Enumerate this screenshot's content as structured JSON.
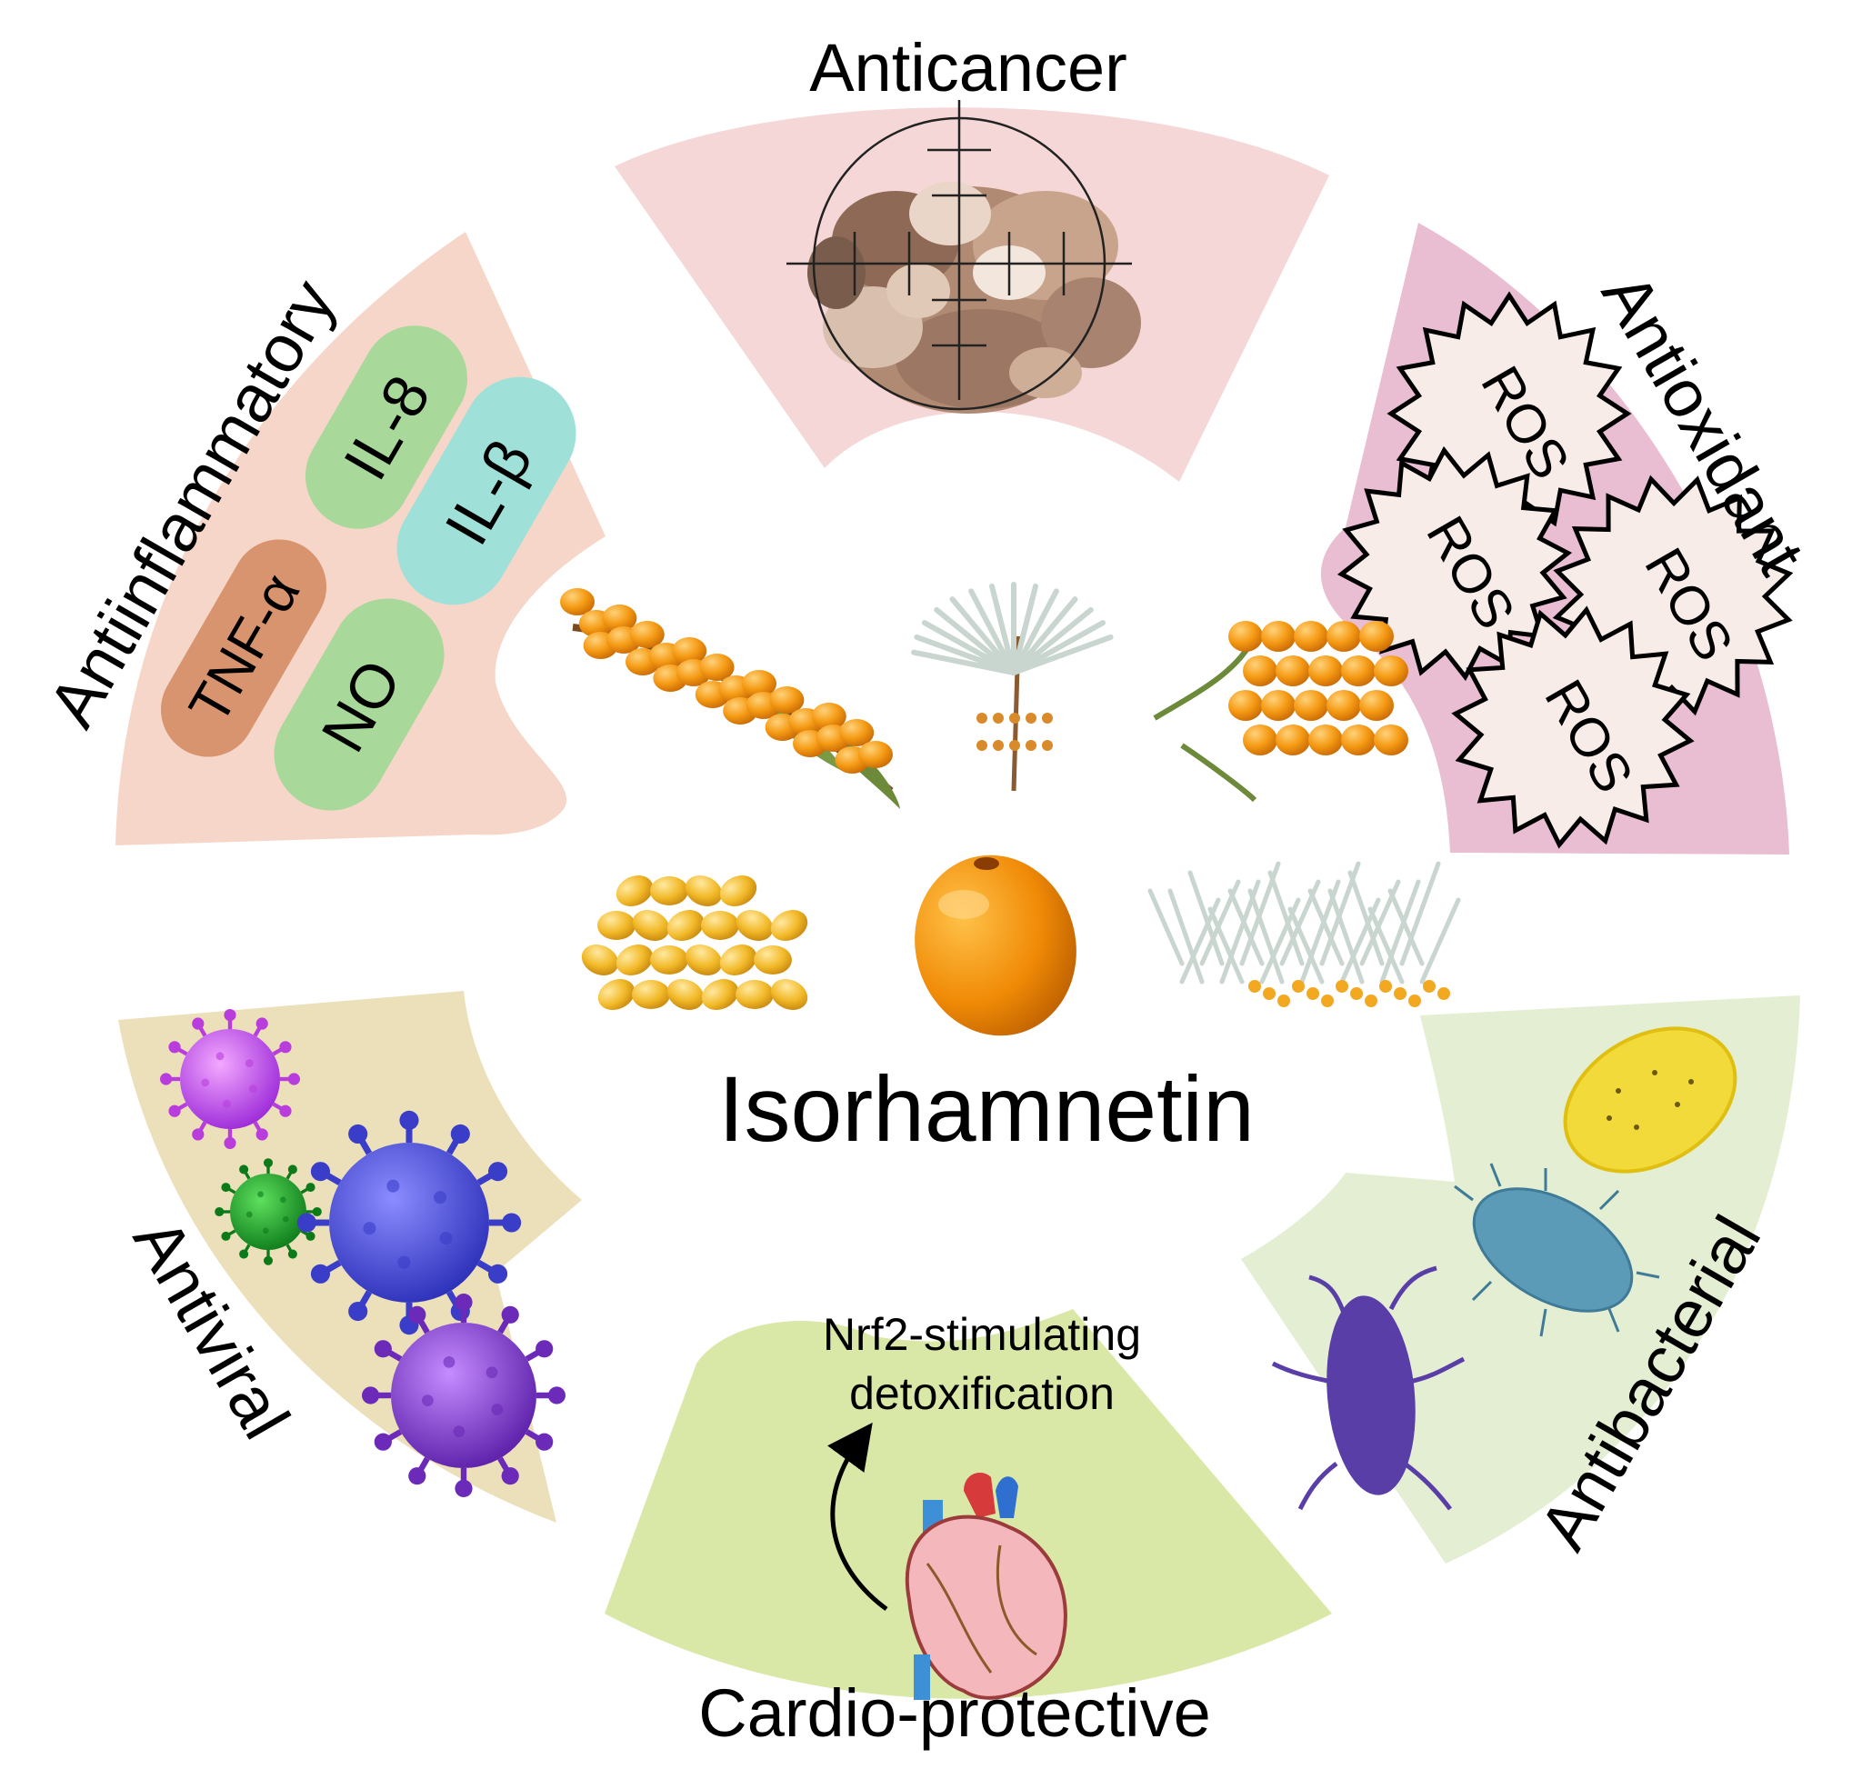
{
  "center": {
    "title": "Isorhamnetin"
  },
  "sections": {
    "anticancer": {
      "label": "Anticancer",
      "color": "#f4d7d6"
    },
    "antioxidant": {
      "label": "Antioxidant",
      "color": "#e9bdd2",
      "ros_label": "ROS"
    },
    "antiinflammatory": {
      "label": "Antiinflammatory",
      "color": "#f6d6c8",
      "markers": [
        "IL-8",
        "IL-β",
        "TNF-α",
        "NO"
      ]
    },
    "antiviral": {
      "label": "Antiviral",
      "color": "#ece0bb"
    },
    "cardio": {
      "label": "Cardio-protective",
      "color": "#d9e8a6",
      "note_line1": "Nrf2-stimulating",
      "note_line2": "detoxification"
    },
    "antibacterial": {
      "label": "Antibacterial",
      "color": "#e3eed2"
    }
  },
  "colors": {
    "il8": "#a8d89a",
    "ilb": "#9fe0d8",
    "tnf": "#d8946f",
    "no": "#a8d89a",
    "berry": "#f39a1e",
    "leaf": "#c9d6cf"
  }
}
